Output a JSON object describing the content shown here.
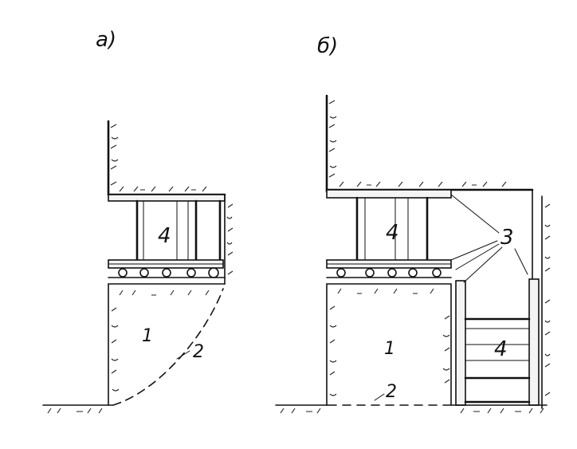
{
  "panels": {
    "a": {
      "caption": "а)"
    },
    "b": {
      "caption": "б)"
    }
  },
  "labels": {
    "soil": "1",
    "slip_surface": "2",
    "support": "3",
    "block": "4"
  }
}
